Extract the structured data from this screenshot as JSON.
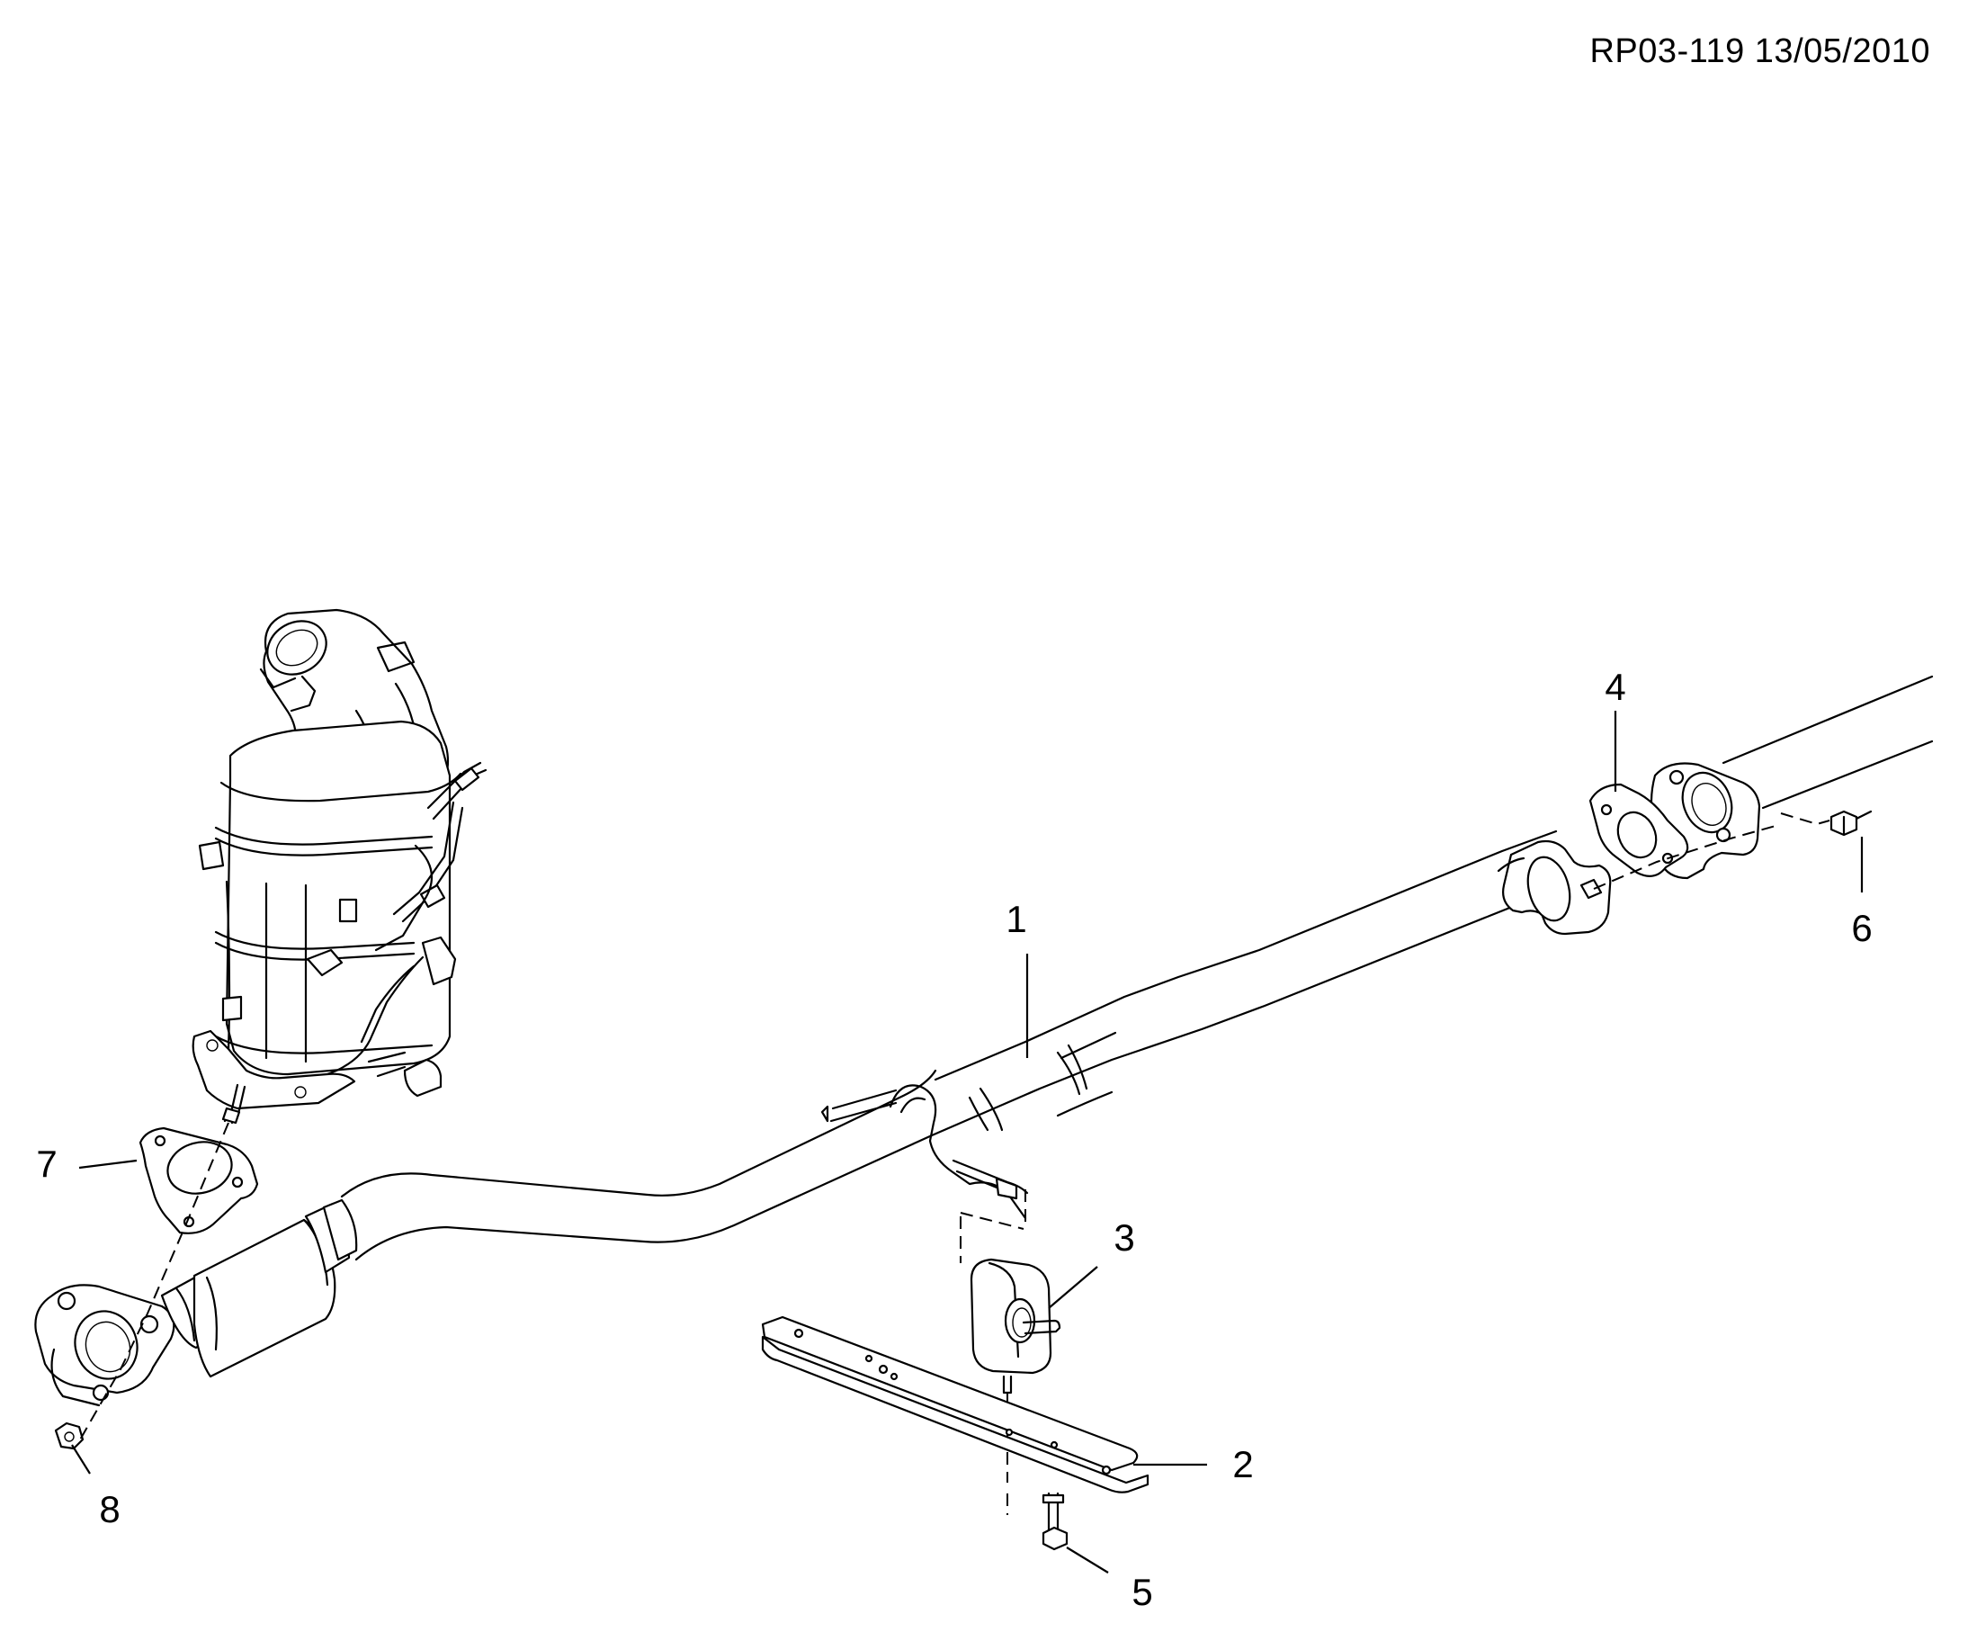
{
  "document": {
    "reference": "RP03-119 13/05/2010"
  },
  "callouts": [
    "1",
    "2",
    "3",
    "4",
    "5",
    "6",
    "7",
    "8"
  ]
}
